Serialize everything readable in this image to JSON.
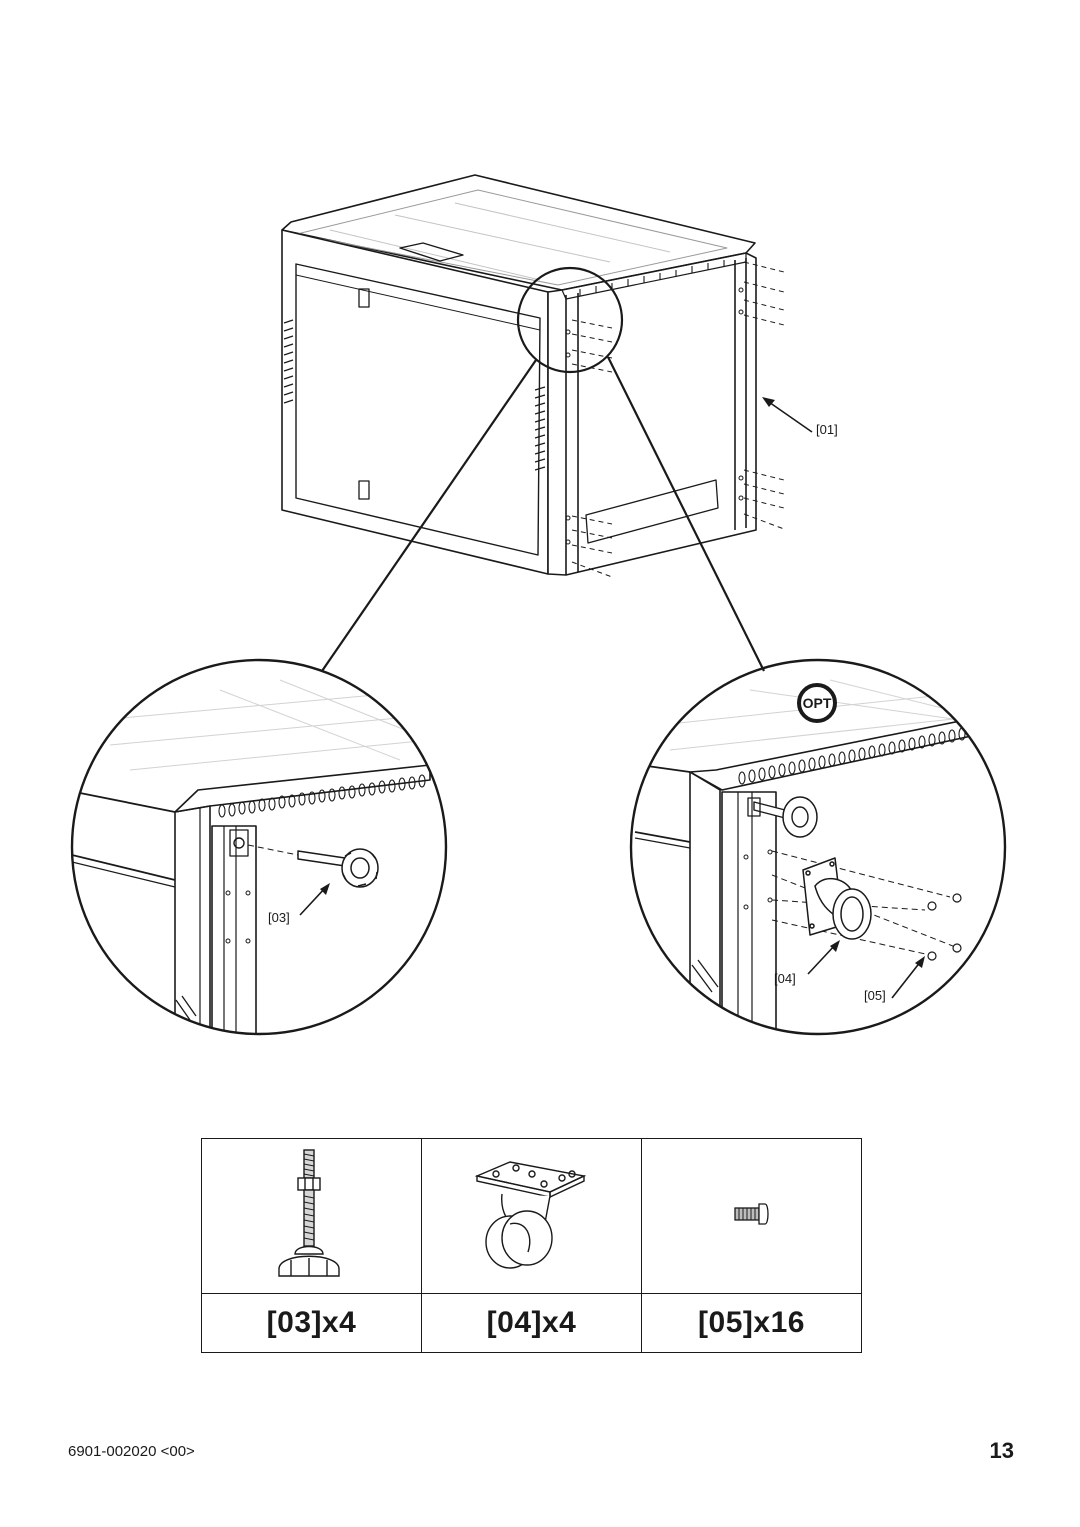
{
  "callouts": {
    "frame": "[01]",
    "detail_left": "[03]",
    "detail_right_caster": "[04]",
    "detail_right_screw": "[05]",
    "optional_badge": "OPT"
  },
  "parts": [
    {
      "name": "leveling-foot",
      "qty_label": "[03]x4"
    },
    {
      "name": "caster-wheel",
      "qty_label": "[04]x4"
    },
    {
      "name": "screw",
      "qty_label": "[05]x16"
    }
  ],
  "footer": {
    "doc_number": "6901-002020 <00>",
    "page_number": "13"
  }
}
